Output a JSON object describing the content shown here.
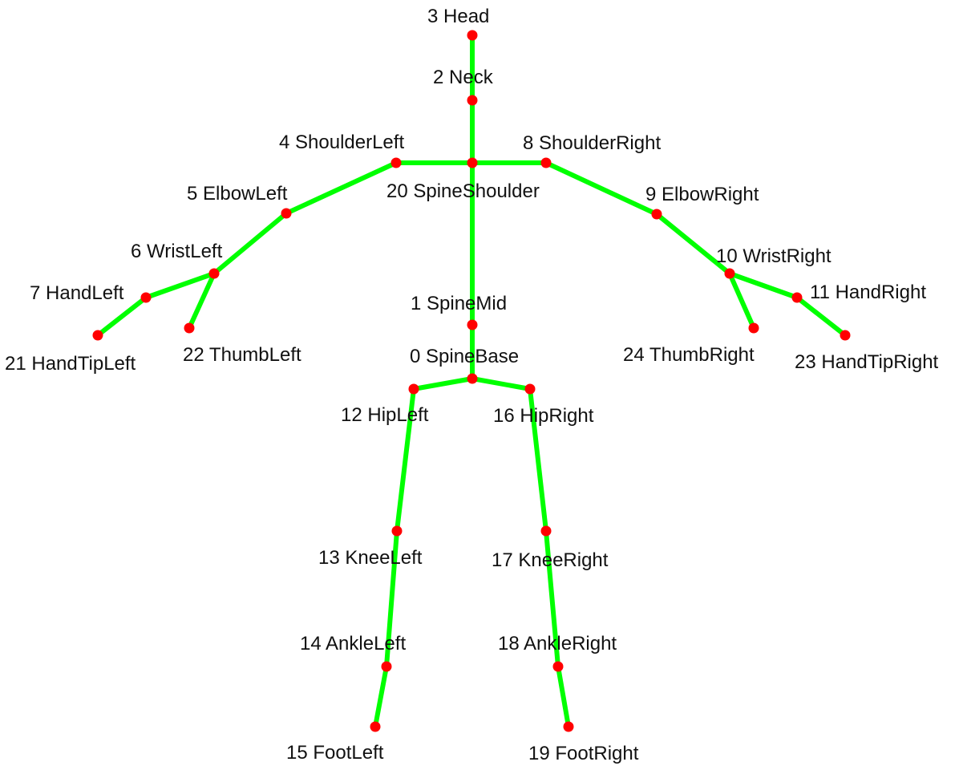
{
  "diagram": {
    "colors": {
      "background": "#ffffff",
      "bone": "#00ff00",
      "joint": "#ff0000",
      "label": "#111111"
    },
    "joints": [
      {
        "id": 0,
        "name": "SpineBase",
        "label": "0 SpineBase"
      },
      {
        "id": 1,
        "name": "SpineMid",
        "label": "1 SpineMid"
      },
      {
        "id": 2,
        "name": "Neck",
        "label": "2 Neck"
      },
      {
        "id": 3,
        "name": "Head",
        "label": "3 Head"
      },
      {
        "id": 4,
        "name": "ShoulderLeft",
        "label": "4 ShoulderLeft"
      },
      {
        "id": 5,
        "name": "ElbowLeft",
        "label": "5 ElbowLeft"
      },
      {
        "id": 6,
        "name": "WristLeft",
        "label": "6 WristLeft"
      },
      {
        "id": 7,
        "name": "HandLeft",
        "label": "7 HandLeft"
      },
      {
        "id": 8,
        "name": "ShoulderRight",
        "label": "8 ShoulderRight"
      },
      {
        "id": 9,
        "name": "ElbowRight",
        "label": "9 ElbowRight"
      },
      {
        "id": 10,
        "name": "WristRight",
        "label": "10 WristRight"
      },
      {
        "id": 11,
        "name": "HandRight",
        "label": "11 HandRight"
      },
      {
        "id": 12,
        "name": "HipLeft",
        "label": "12 HipLeft"
      },
      {
        "id": 13,
        "name": "KneeLeft",
        "label": "13 KneeLeft"
      },
      {
        "id": 14,
        "name": "AnkleLeft",
        "label": "14 AnkleLeft"
      },
      {
        "id": 15,
        "name": "FootLeft",
        "label": "15 FootLeft"
      },
      {
        "id": 16,
        "name": "HipRight",
        "label": "16 HipRight"
      },
      {
        "id": 17,
        "name": "KneeRight",
        "label": "17 KneeRight"
      },
      {
        "id": 18,
        "name": "AnkleRight",
        "label": "18 AnkleRight"
      },
      {
        "id": 19,
        "name": "FootRight",
        "label": "19 FootRight"
      },
      {
        "id": 20,
        "name": "SpineShoulder",
        "label": "20 SpineShoulder"
      },
      {
        "id": 21,
        "name": "HandTipLeft",
        "label": "21 HandTipLeft"
      },
      {
        "id": 22,
        "name": "ThumbLeft",
        "label": "22 ThumbLeft"
      },
      {
        "id": 23,
        "name": "HandTipRight",
        "label": "23 HandTipRight"
      },
      {
        "id": 24,
        "name": "ThumbRight",
        "label": "24 ThumbRight"
      }
    ],
    "bones": [
      [
        3,
        2
      ],
      [
        2,
        20
      ],
      [
        20,
        1
      ],
      [
        1,
        0
      ],
      [
        20,
        4
      ],
      [
        4,
        5
      ],
      [
        5,
        6
      ],
      [
        6,
        7
      ],
      [
        7,
        21
      ],
      [
        6,
        22
      ],
      [
        20,
        8
      ],
      [
        8,
        9
      ],
      [
        9,
        10
      ],
      [
        10,
        11
      ],
      [
        11,
        23
      ],
      [
        10,
        24
      ],
      [
        0,
        12
      ],
      [
        12,
        13
      ],
      [
        13,
        14
      ],
      [
        14,
        15
      ],
      [
        0,
        16
      ],
      [
        16,
        17
      ],
      [
        17,
        18
      ],
      [
        18,
        19
      ]
    ]
  }
}
